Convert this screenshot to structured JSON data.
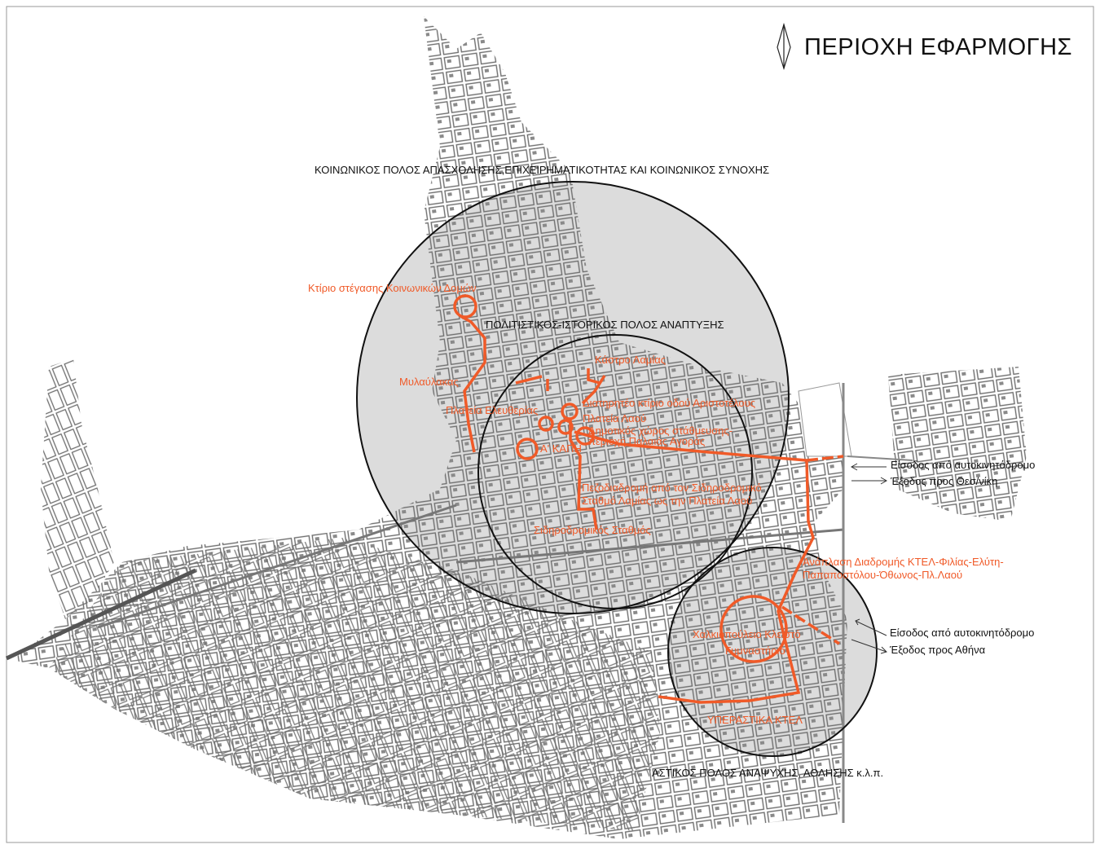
{
  "title": "ΠΕΡΙΟΧΗ ΕΦΑΡΜΟΓΗΣ",
  "colors": {
    "accent": "#f05a28",
    "zone_fill": "#dcdcdc",
    "blocks": "#7a7a7a"
  },
  "poles": {
    "social": "ΚΟΙΝΩΝΙΚΟΣ ΠΟΛΟΣ ΑΠΑΣΧΟΛΗΣΗΣ,ΕΠΙΧΕΙΡΗΜΑΤΙΚΟΤΗΤΑΣ ΚΑΙ ΚΟΙΝΩΝΙΚΟΣ ΣΥΝΟΧΗΣ",
    "cultural": "ΠΟΛΙΤΙΣΤΙΚΟΣ-ΙΣΤΟΡΙΚΟΣ ΠΟΛΟΣ ΑΝΑΠΤΥΞΗΣ",
    "urban": "ΑΣΤΙΚΟΣ ΠΟΛΟΣ ΑΝΑΨΥΧΗΣ, ΑΘΛΗΣΗΣ κ.λ.π."
  },
  "sites": {
    "social_building": "Κτίριο στέγασης Κοινωνικών Δομών",
    "mylavlakas": "Μυλαύλακας",
    "eleftherias": "Πλατεία Ελευθερίας",
    "castle": "Κάστρο Λαμίας",
    "aristotelous": "Διατηρητέο κτίριο οδού Αριστοτέλους",
    "laou": "Πλατεία Λαού",
    "parking_1": "Δημοτικός χώρος στάθμευσης-",
    "parking_2": "περιοχή Παλαιάς Αγοράς",
    "kapi": "Α' ΚΑΠΗ",
    "walk_1": "Πεζοδιαδρομή από τον Σιδηροδρομικό",
    "walk_2": "Σταθμό Λαμίας ως την Πλατεία Λαού",
    "station": "Σιδηροδρομικός Σταθμός",
    "ktel_route_1": "Ανάπλαση Διαδρομής ΚΤΕΛ-Φιλίας-Ελύτη-",
    "ktel_route_2": "Παπαποστόλου-Όθωνος-Πλ.Λαού",
    "gym_1": "Χαλκιοπούλειο Κλειστό",
    "gym_2": "Γυμναστήριο",
    "ktel": "ΥΠΕΡΑΣΤΙΚΑ ΚΤΕΛ"
  },
  "access": {
    "north_1": "Είσοδος από αυτοκινητόδρομο",
    "north_2": "Έξοδος προς Θεσ/νίκη",
    "south_1": "Είσοδος από αυτοκινητόδρομο",
    "south_2": "Έξοδος προς Αθήνα"
  }
}
